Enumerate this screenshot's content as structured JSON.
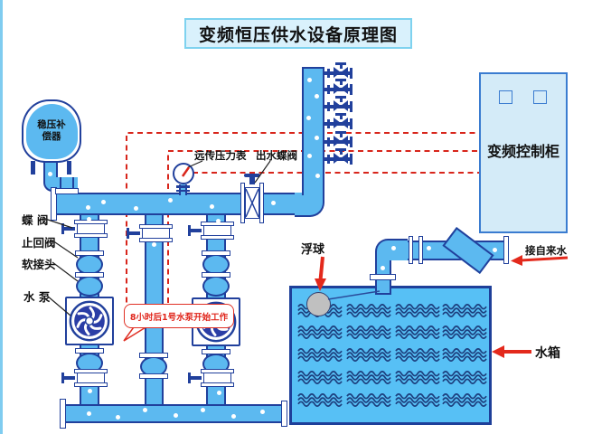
{
  "title": "变频恒压供水设备原理图",
  "labels": {
    "stabilizer_line1": "稳压补",
    "stabilizer_line2": "偿器",
    "butterfly_valve": "蝶 阀",
    "check_valve": "止回阀",
    "soft_joint": "软接头",
    "water_pump": "水 泵",
    "remote_pressure_gauge": "远传压力表",
    "outlet_butterfly_valve": "出水蝶阀",
    "float_ball": "浮球",
    "control_cabinet": "变频控制柜",
    "tap_water_inlet": "接自来水",
    "water_tank": "水箱",
    "pump_callout": "8小时后1号水泵开始工作"
  },
  "colors": {
    "pipe_fill": "#5cb9f0",
    "pipe_outline": "#21409c",
    "tank_fill": "#57c0f5",
    "wave": "#1d3f7e",
    "title_box_fill": "#d9f1fc",
    "title_box_border": "#7ed2ef",
    "cabinet_fill": "#d4ebf8",
    "cabinet_border": "#3a7cd0",
    "signal_red": "#d8251b",
    "float_gray": "#c0c0c0"
  }
}
